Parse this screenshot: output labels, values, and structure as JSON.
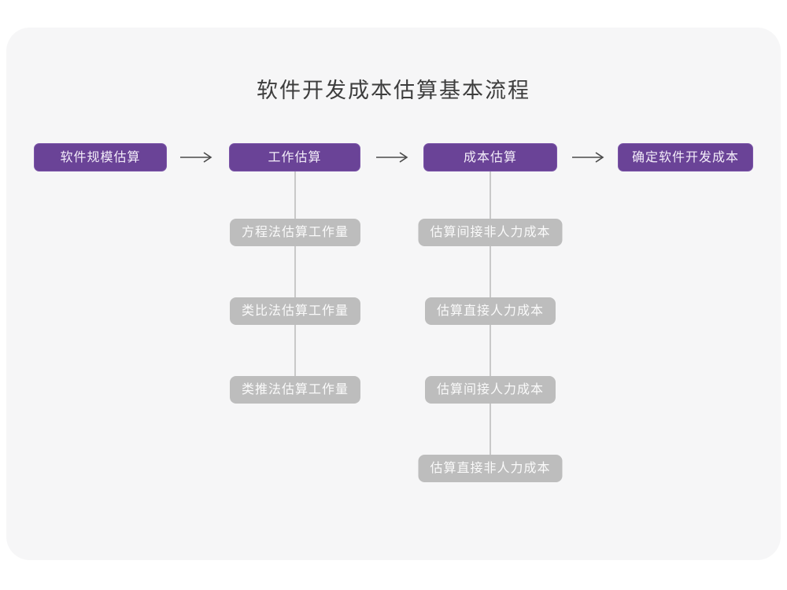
{
  "page": {
    "title": "软件开发成本估算基本流程"
  },
  "colors": {
    "canvas_bg": "#ffffff",
    "card_bg": "#f6f6f7",
    "primary_purple": "#6a4397",
    "gray_node_bg": "#bdbdbd",
    "node_text": "#fafafa",
    "connector_line": "#c9c9c9",
    "arrow_stroke": "#4a4a4a",
    "title_text": "#3d3d3d"
  },
  "flow": {
    "main_nodes": [
      {
        "label": "软件规模估算"
      },
      {
        "label": "工作估算"
      },
      {
        "label": "成本估算"
      },
      {
        "label": "确定软件开发成本"
      }
    ],
    "work_estimation_children": [
      {
        "label": "方程法估算工作量"
      },
      {
        "label": "类比法估算工作量"
      },
      {
        "label": "类推法估算工作量"
      }
    ],
    "cost_estimation_children": [
      {
        "label": "估算间接非人力成本"
      },
      {
        "label": "估算直接人力成本"
      },
      {
        "label": "估算间接人力成本"
      },
      {
        "label": "估算直接非人力成本"
      }
    ]
  }
}
